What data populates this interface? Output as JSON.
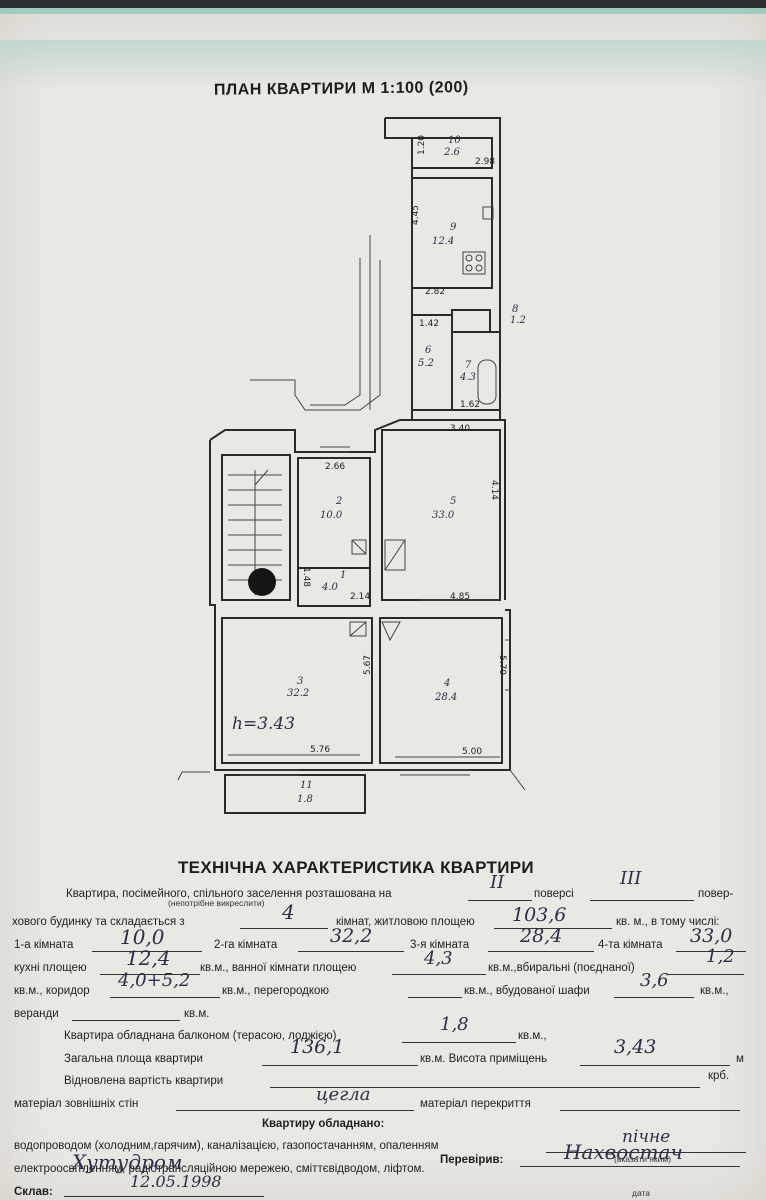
{
  "plan": {
    "title": "ПЛАН КВАРТИРИ М 1:100 (200)",
    "height_label": "h=3.43",
    "rooms": [
      {
        "num": "10",
        "area": "2.6"
      },
      {
        "num": "9",
        "area": "12.4"
      },
      {
        "num": "8",
        "area": "1.2"
      },
      {
        "num": "6",
        "area": "5.2"
      },
      {
        "num": "7",
        "area": "4.3"
      },
      {
        "num": "2",
        "area": "10.0"
      },
      {
        "num": "5",
        "area": "33.0"
      },
      {
        "num": "1",
        "area": "4.0"
      },
      {
        "num": "3",
        "area": "32.2"
      },
      {
        "num": "4",
        "area": "28.4"
      },
      {
        "num": "11",
        "area": "1.8"
      }
    ],
    "dimensions": [
      "1.20",
      "2.98",
      "4.45",
      "2.82",
      "1.42",
      "1.62",
      "3.40",
      "2.66",
      "4.14",
      "1.48",
      "2.14",
      "4.85",
      "5.67",
      "5.70",
      "5.76",
      "5.00"
    ]
  },
  "form": {
    "section_title": "ТЕХНІЧНА ХАРАКТЕРИСТИКА КВАРТИРИ",
    "line1_label": "Квартира, посімейного, спільного заселення розташована на",
    "line1_mid": "поверсі",
    "line1_end": "повер-",
    "line1_note": "(непотрібне викреслити)",
    "line2_start": "хового будинку та складається з",
    "line2_mid": "кімнат, житловою площею",
    "line2_end": "кв. м., в тому числі:",
    "room1_label": "1-а кімната",
    "room2_label": "2-га кімната",
    "room3_label": "3-я кімната",
    "room4_label": "4-та кімната",
    "kitchen_label": "кухні площею",
    "bath_label": "кв.м., ванної кімнати площею",
    "toilet_label": "кв.м.,вбиральні (поєднаної)",
    "corridor_label_a": "кв.м., коридор",
    "corridor_label_b": "кв.м., перегородкою",
    "closet_label": "кв.м., вбудованої шафи",
    "closet_unit": "кв.м.,",
    "veranda_label": "веранди",
    "veranda_unit": "кв.м.",
    "balcony_label": "Квартира обладнана балконом (терасою, лоджією)",
    "balcony_unit": "кв.м.,",
    "total_label": "Загальна площа квартири",
    "height_label": "кв.м. Висота приміщень",
    "height_unit": "м",
    "cost_label": "Відновлена вартість квартири",
    "cost_unit": "крб.",
    "walls_label": "матеріал зовнішніх стін",
    "ceiling_label": "матеріал перекриття",
    "equipped_heading": "Квартиру обладнано:",
    "utilities_label": "водопроводом (холодним,гарячим), каналізацією, газопостачанням, опаленням",
    "heating_note": "(вказати яким)",
    "electro_label": "електроосвітленням, радіотрансляційною мережею, сміттєвідводом, ліфтом.",
    "compiled_label": "Склав:",
    "checked_label": "Перевірив:",
    "date_label": "дата"
  },
  "values": {
    "floor": "II",
    "floors_total": "III",
    "rooms_count": "4",
    "living_area": "103,6",
    "room1": "10,0",
    "room2": "32,2",
    "room3": "28,4",
    "room4": "33,0",
    "kitchen": "12,4",
    "bathroom": "4,3",
    "toilet": "1,2",
    "corridor": "4,0+5,2",
    "closet": "3,6",
    "balcony": "1,8",
    "total_area": "136,1",
    "ceiling_height": "3,43",
    "walls_material": "цегла",
    "heating": "пічне",
    "compiled_by": "Хутудром",
    "checked_by": "Нахвостач",
    "date": "12.05.1998"
  }
}
